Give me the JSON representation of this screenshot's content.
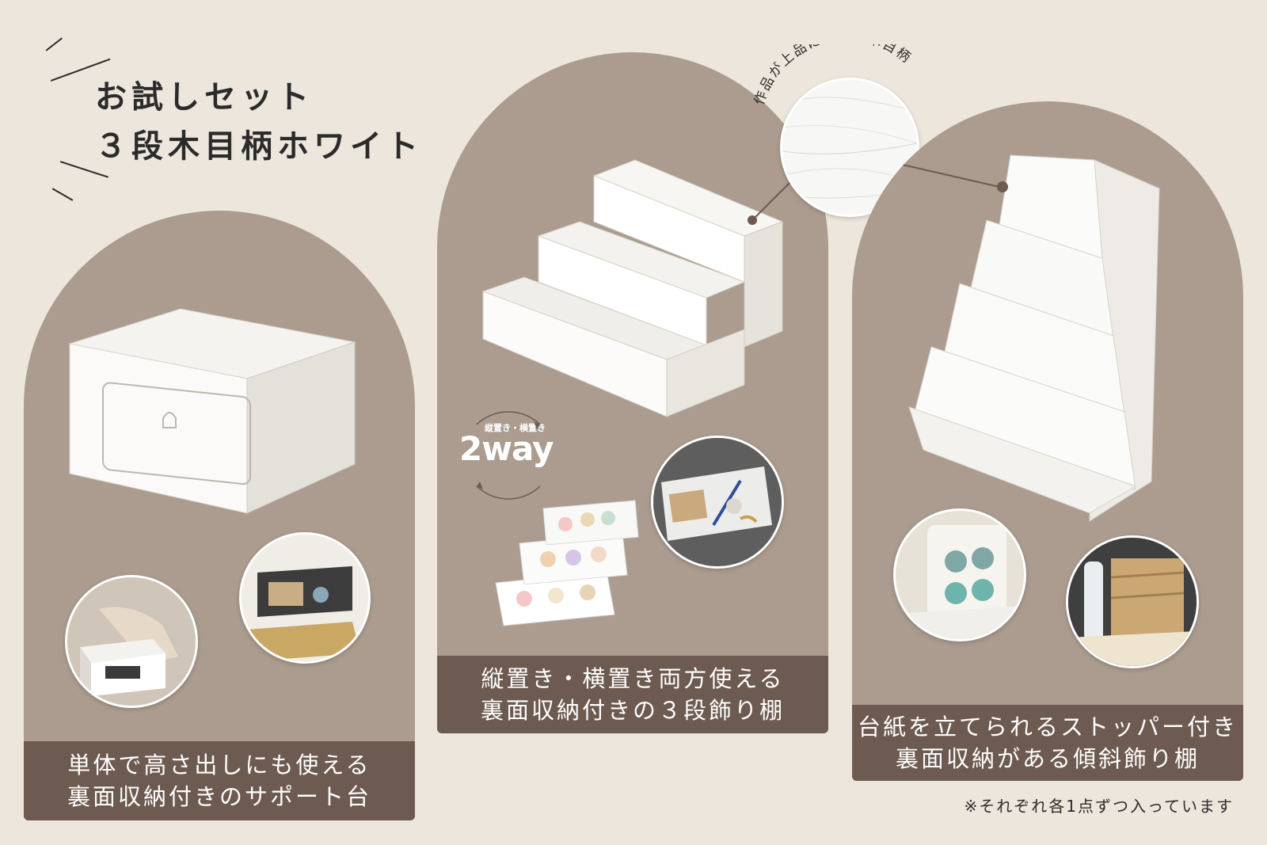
{
  "title": {
    "line1": "お試しセット",
    "line2": "３段木目柄ホワイト"
  },
  "panels": [
    {
      "caption_line1": "単体で高さ出しにも使える",
      "caption_line2": "裏面収納付きのサポート台"
    },
    {
      "caption_line1": "縦置き・横置き両方使える",
      "caption_line2": "裏面収納付きの３段飾り棚"
    },
    {
      "caption_line1": "台紙を立てられるストッパー付き",
      "caption_line2": "裏面収納がある傾斜飾り棚"
    }
  ],
  "wood_grain_label": "作品が上品に映える木目柄",
  "twoway": {
    "small": "縦置き・横置き",
    "big": "2way"
  },
  "footnote": "※それぞれ各1点ずつ入っています",
  "colors": {
    "background": "#ece6dc",
    "arch": "#ab9c8f",
    "caption_band": "#6d5a50",
    "product_white": "#f7f6f3"
  }
}
